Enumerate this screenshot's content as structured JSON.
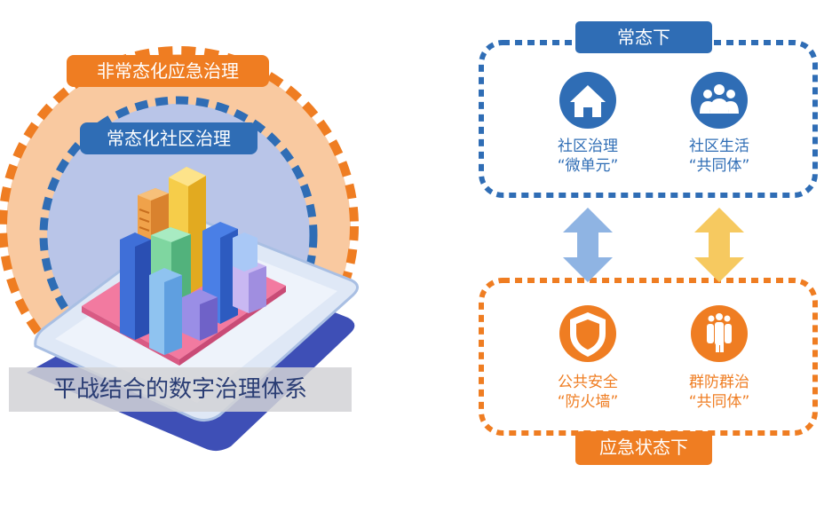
{
  "left": {
    "outer_label": "非常态化应急治理",
    "inner_label": "常态化社区治理",
    "banner": "平战结合的数字治理体系"
  },
  "right": {
    "normal": {
      "label": "常态下",
      "items": [
        {
          "line1": "社区治理",
          "line2": "“微单元”",
          "icon": "house-icon"
        },
        {
          "line1": "社区生活",
          "line2": "“共同体”",
          "icon": "people-group-icon"
        }
      ]
    },
    "emergency": {
      "label": "应急状态下",
      "items": [
        {
          "line1": "公共安全",
          "line2": "“防火墙”",
          "icon": "shield-icon"
        },
        {
          "line1": "群防群治",
          "line2": "“共同体”",
          "icon": "crowd-icon"
        }
      ]
    }
  },
  "colors": {
    "blue": "#2f6db5",
    "orange": "#ef7d22",
    "light_orange": "#f9c9a0",
    "light_blue": "#b6c4e6",
    "arrow_blue": "#8fb4e3",
    "arrow_yellow": "#f6c960"
  }
}
